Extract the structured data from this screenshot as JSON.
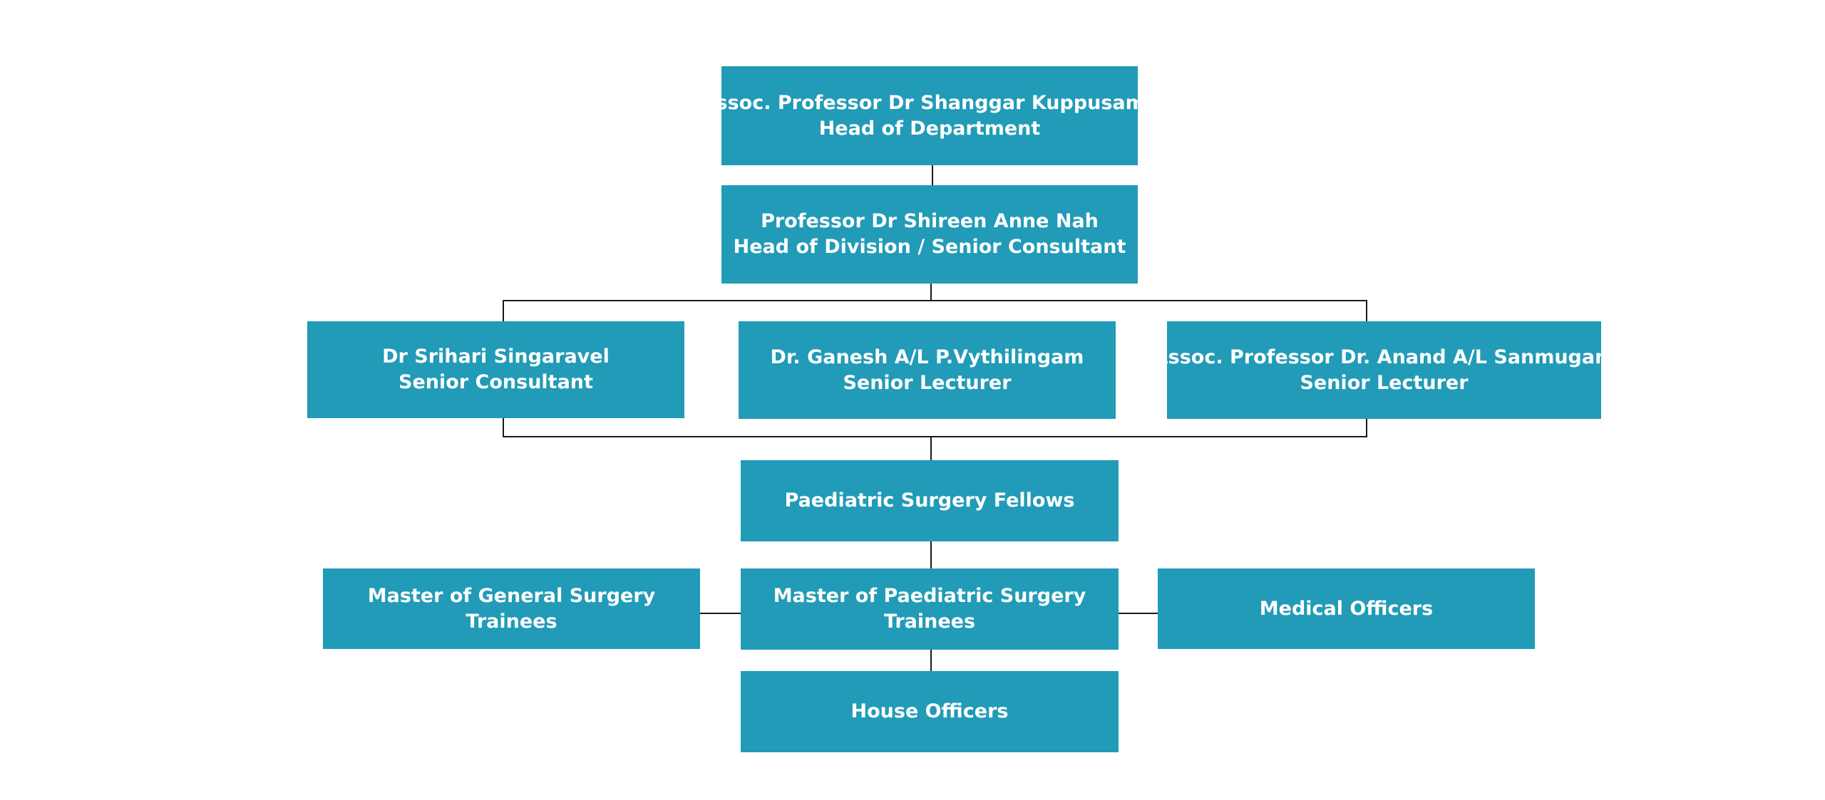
{
  "colors": {
    "node_fill": "#219bb7",
    "node_text": "#ffffff",
    "connector": "#1a1a1a",
    "background": "#ffffff"
  },
  "org_chart": {
    "head_of_department": {
      "name": "Assoc. Professor Dr Shanggar Kuppusamy",
      "role": "Head of Department"
    },
    "head_of_division": {
      "name": "Professor Dr Shireen Anne Nah",
      "role": "Head of Division / Senior Consultant"
    },
    "senior_staff": [
      {
        "name": "Dr Srihari Singaravel",
        "role": "Senior Consultant"
      },
      {
        "name": "Dr. Ganesh A/L P.Vythilingam",
        "role": "Senior Lecturer"
      },
      {
        "name": "Assoc. Professor Dr. Anand A/L Sanmugam",
        "role": "Senior Lecturer"
      }
    ],
    "fellows": {
      "label": "Paediatric Surgery Fellows"
    },
    "trainees": {
      "general_surgery": {
        "line1": "Master of General Surgery",
        "line2": "Trainees"
      },
      "paediatric_surgery": {
        "line1": "Master of Paediatric Surgery",
        "line2": "Trainees"
      },
      "medical_officers": {
        "label": "Medical Officers"
      }
    },
    "house_officers": {
      "label": "House Officers"
    }
  }
}
